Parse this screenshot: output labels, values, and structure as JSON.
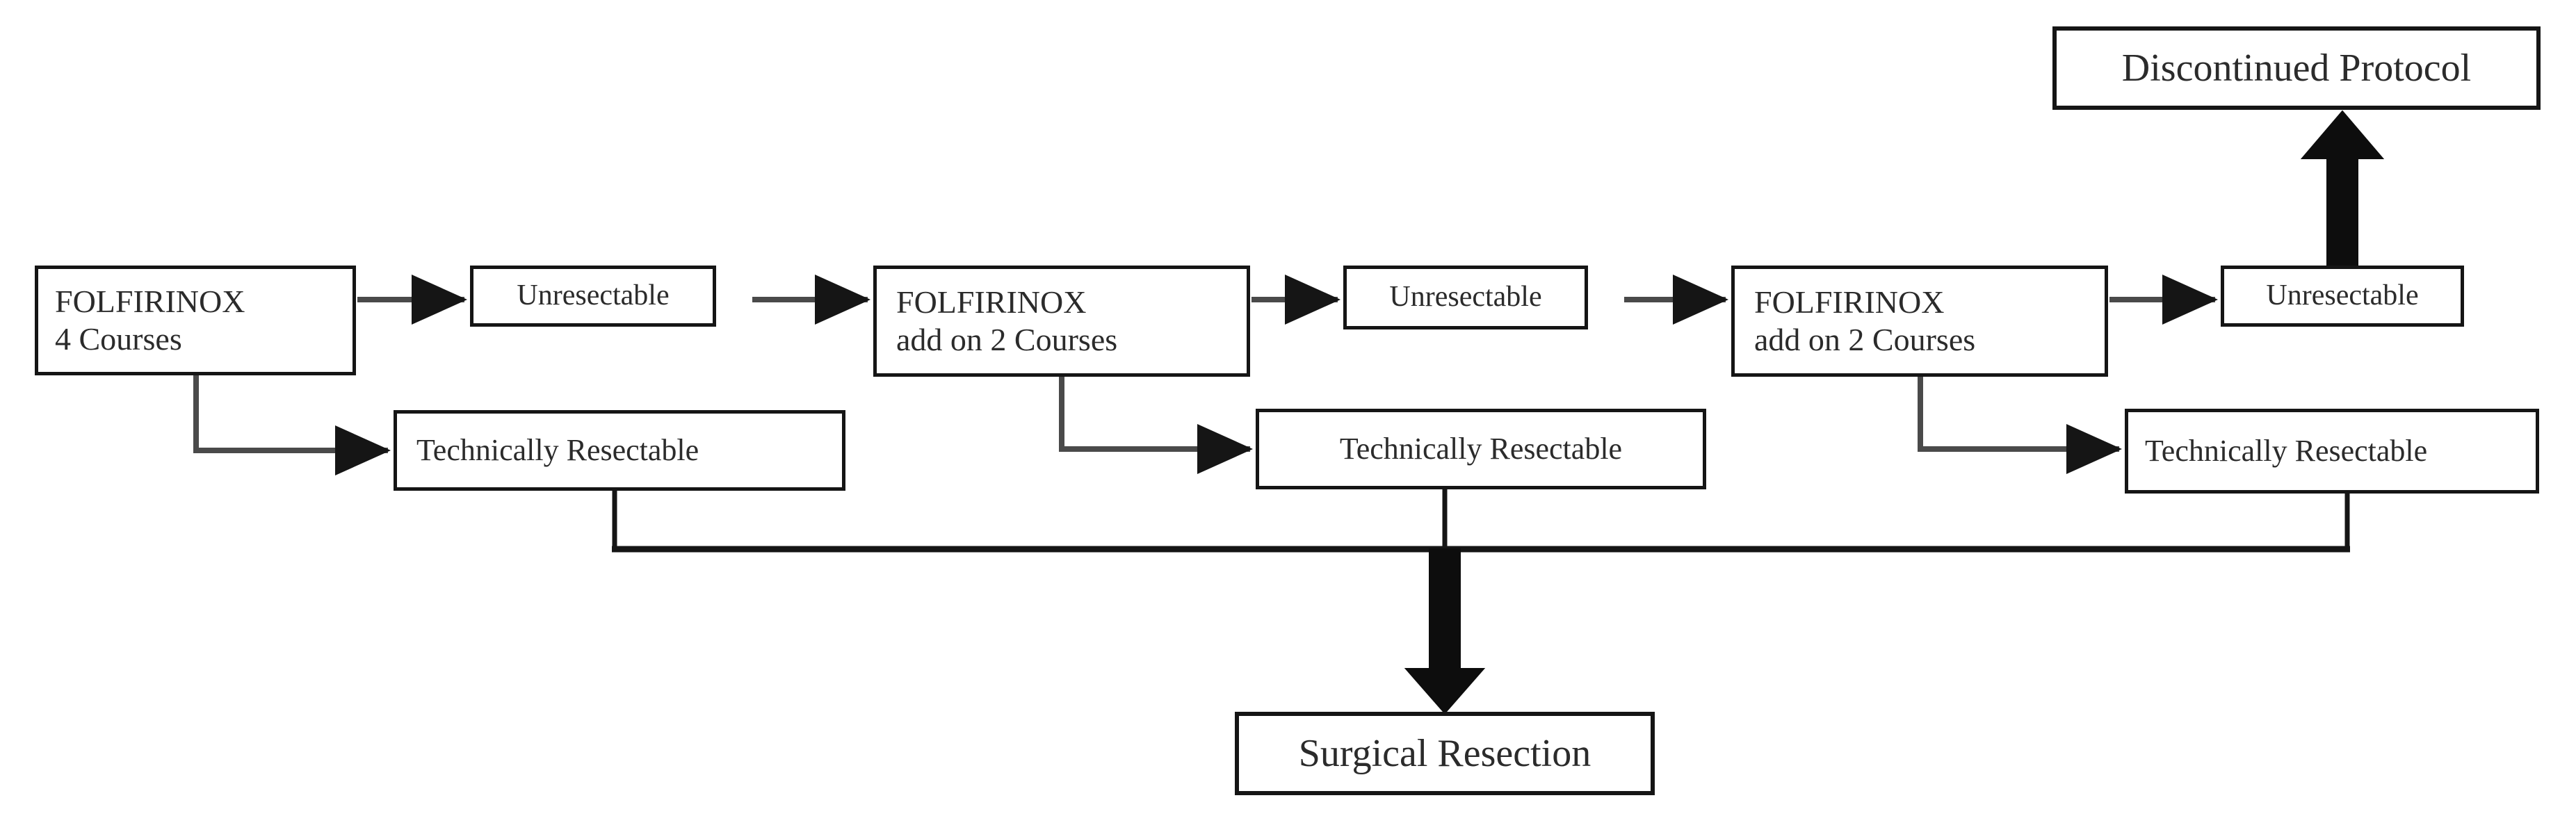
{
  "diagram": {
    "title": "FOLFIRINOX neoadjuvant treatment protocol flowchart",
    "background_color": "#ffffff",
    "line_color": "#151515",
    "text_color": "#2b2b2b"
  },
  "nodes": {
    "folfirinox_1": {
      "line1": "FOLFIRINOX",
      "line2": "4 Courses"
    },
    "unresectable_1": {
      "label": "Unresectable"
    },
    "folfirinox_2": {
      "line1": "FOLFIRINOX",
      "line2": "add on 2 Courses"
    },
    "unresectable_2": {
      "label": "Unresectable"
    },
    "folfirinox_3": {
      "line1": "FOLFIRINOX",
      "line2": "add on 2 Courses"
    },
    "unresectable_3": {
      "label": "Unresectable"
    },
    "resectable_1": {
      "label": "Technically Resectable"
    },
    "resectable_2": {
      "label": "Technically Resectable"
    },
    "resectable_3": {
      "label": "Technically Resectable"
    },
    "discontinued": {
      "label": "Discontinued Protocol"
    },
    "surgical": {
      "label": "Surgical Resection"
    }
  },
  "chart_data": {
    "type": "diagram",
    "diagram_type": "flowchart",
    "title": "FOLFIRINOX neoadjuvant treatment protocol flowchart",
    "orientation": "left-to-right with bottom collector bus",
    "node_list": [
      {
        "id": "folfirinox_1",
        "text": "FOLFIRINOX 4 Courses",
        "row": "top"
      },
      {
        "id": "unresectable_1",
        "text": "Unresectable",
        "row": "top"
      },
      {
        "id": "folfirinox_2",
        "text": "FOLFIRINOX add on 2 Courses",
        "row": "top"
      },
      {
        "id": "unresectable_2",
        "text": "Unresectable",
        "row": "top"
      },
      {
        "id": "folfirinox_3",
        "text": "FOLFIRINOX add on 2 Courses",
        "row": "top"
      },
      {
        "id": "unresectable_3",
        "text": "Unresectable",
        "row": "top"
      },
      {
        "id": "resectable_1",
        "text": "Technically Resectable",
        "row": "middle"
      },
      {
        "id": "resectable_2",
        "text": "Technically Resectable",
        "row": "middle"
      },
      {
        "id": "resectable_3",
        "text": "Technically Resectable",
        "row": "middle"
      },
      {
        "id": "discontinued",
        "text": "Discontinued Protocol",
        "row": "terminal-top"
      },
      {
        "id": "surgical",
        "text": "Surgical Resection",
        "row": "terminal-bottom"
      }
    ],
    "edges": [
      {
        "from": "folfirinox_1",
        "to": "unresectable_1",
        "style": "thin-arrow"
      },
      {
        "from": "unresectable_1",
        "to": "folfirinox_2",
        "style": "thin-arrow"
      },
      {
        "from": "folfirinox_2",
        "to": "unresectable_2",
        "style": "thin-arrow"
      },
      {
        "from": "unresectable_2",
        "to": "folfirinox_3",
        "style": "thin-arrow"
      },
      {
        "from": "folfirinox_3",
        "to": "unresectable_3",
        "style": "thin-arrow"
      },
      {
        "from": "folfirinox_1",
        "to": "resectable_1",
        "style": "thin-elbow-arrow"
      },
      {
        "from": "folfirinox_2",
        "to": "resectable_2",
        "style": "thin-elbow-arrow"
      },
      {
        "from": "folfirinox_3",
        "to": "resectable_3",
        "style": "thin-elbow-arrow"
      },
      {
        "from": "unresectable_3",
        "to": "discontinued",
        "style": "thick-arrow-up"
      },
      {
        "from": "resectable_1",
        "to": "collector_bus",
        "style": "thin-line-down"
      },
      {
        "from": "resectable_2",
        "to": "collector_bus",
        "style": "thin-line-down"
      },
      {
        "from": "resectable_3",
        "to": "collector_bus",
        "style": "thin-line-down"
      },
      {
        "from": "collector_bus",
        "to": "surgical",
        "style": "thick-arrow-down"
      }
    ]
  }
}
